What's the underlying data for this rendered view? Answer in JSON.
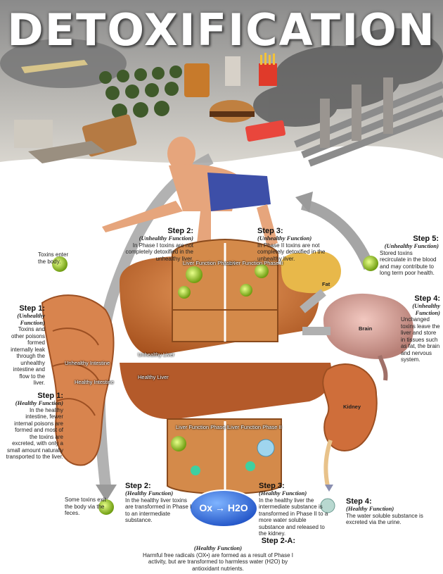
{
  "title": "DETOXIFICATION",
  "labels": {
    "toxins_enter": "Toxins enter the body.",
    "some_toxins_exit": "Some toxins exit the body via the feces.",
    "unhealthy_liver": "Unhealthy Liver",
    "healthy_liver": "Healthy Liver",
    "unhealthy_intestine": "Unhealthy Intestine",
    "healthy_intestine": "Healthy Intestine",
    "lf_phase1_top": "Liver Function Phase I",
    "lf_phase2_top": "Liver Function Phase II",
    "lf_phase1_bottom": "Liver Function Phase I",
    "lf_phase2_bottom": "Liver Function Phase II",
    "fat": "Fat",
    "brain": "Brain",
    "kidney": "Kidney",
    "ox_h2o": "Ox → H2O"
  },
  "steps": {
    "s1u": {
      "title": "Step 1:",
      "qual": "(Unhealthy Function)",
      "text": "Toxins and other poisons formed internally leak through the unhealthy intestine and flow to the liver."
    },
    "s1h": {
      "title": "Step 1:",
      "qual": "(Healthy Function)",
      "text": "In the healthy intestine, fewer internal poisons are formed and most of the toxins are excreted, with only a small amount naturally transported to the liver."
    },
    "s2u": {
      "title": "Step 2:",
      "qual": "(Unhealthy Function)",
      "text": "In Phase I toxins are not completely detoxified in the unhealthy liver."
    },
    "s3u": {
      "title": "Step 3:",
      "qual": "(Unhealthy Function)",
      "text": "In Phase II toxins are not completely detoxified in the unhealthy liver."
    },
    "s5u": {
      "title": "Step 5:",
      "qual": "(Unhealthy Function)",
      "text": "Stored toxins recirculate in the blood and may contribute to long term poor health."
    },
    "s4u": {
      "title": "Step 4:",
      "qual": "(Unhealthy Function)",
      "text": "Unchanged toxins leave the liver and store in tissues such as fat, the brain and nervous system."
    },
    "s2h": {
      "title": "Step 2:",
      "qual": "(Healthy Function)",
      "text": "In the healthy liver toxins are transformed in Phase I to an intermediate substance."
    },
    "s3h": {
      "title": "Step 3:",
      "qual": "(Healthy Function)",
      "text": "In the healthy liver the intermediate substance is transformed in Phase II to a more water soluble substance and released to the kidney."
    },
    "s4h": {
      "title": "Step 4:",
      "qual": "(Healthy Function)",
      "text": "The water soluble substance is excreted via the urine."
    },
    "s2a": {
      "title": "Step 2-A:",
      "qual": "(Healthy Function)",
      "text": "Harmful free radicals (OX•) are formed as a result of Phase I activity, but are transformed to harmless water (H2O) by antioxidant nutrients."
    }
  },
  "colors": {
    "liver": "#c8703c",
    "arrow": "#9a9a9a",
    "toxin": "#9ccc2a",
    "smoke": "#6b6b6b"
  }
}
